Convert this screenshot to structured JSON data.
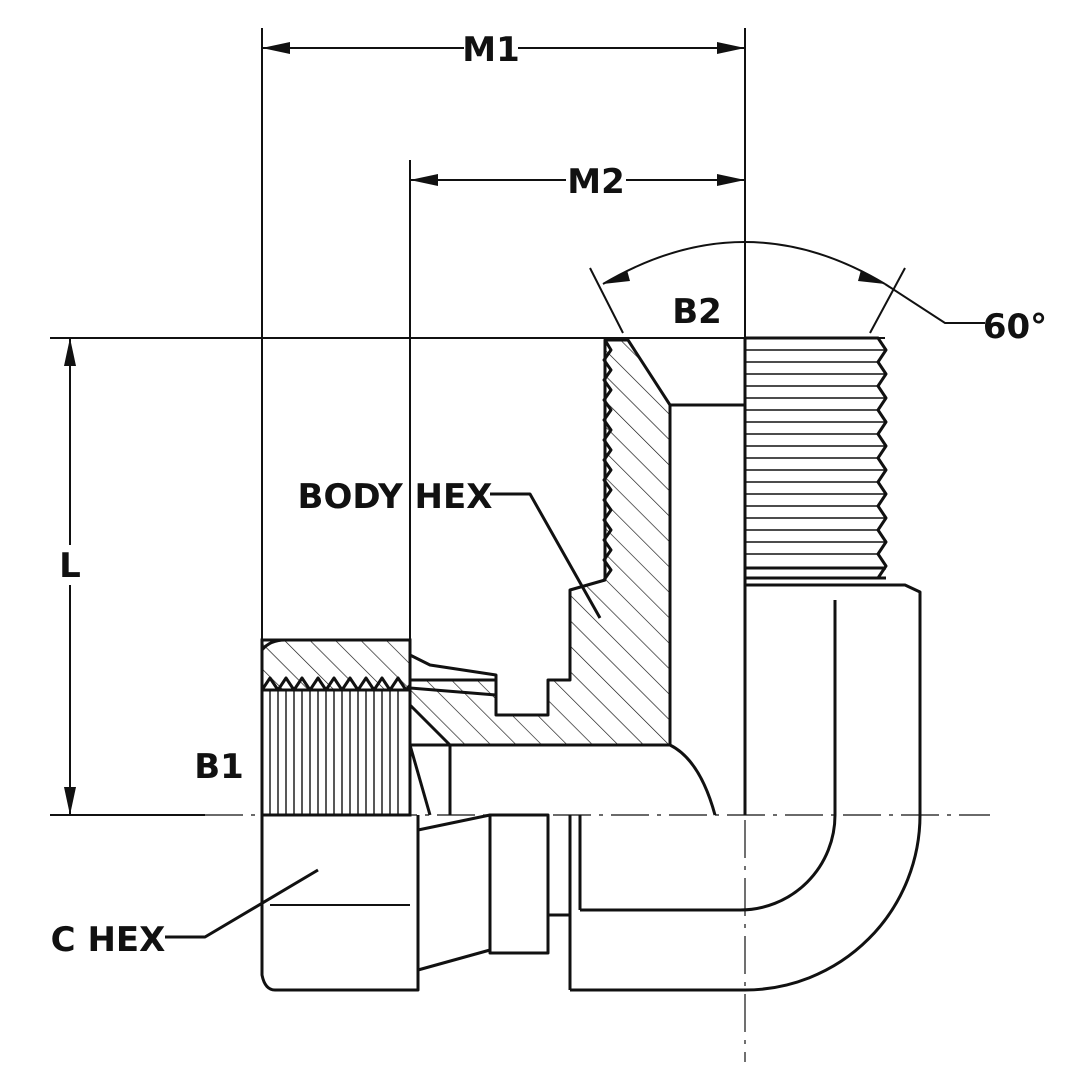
{
  "labels": {
    "m1": "M1",
    "m2": "M2",
    "b2": "B2",
    "angle": "60°",
    "body_hex": "BODY HEX",
    "l": "L",
    "b1": "B1",
    "c_hex": "C HEX"
  }
}
